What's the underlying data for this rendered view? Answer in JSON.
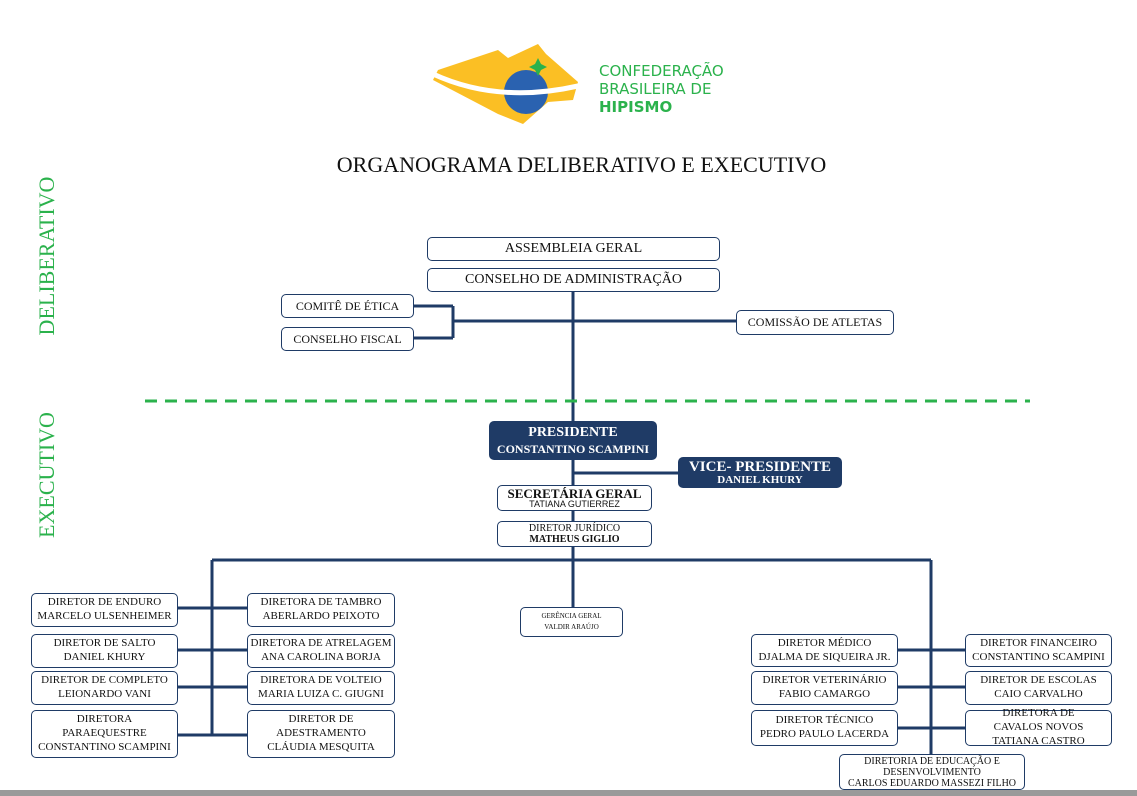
{
  "logo": {
    "line1": "CONFEDERAÇÃO",
    "line2": "BRASILEIRA DE",
    "line3": "HIPISMO",
    "colors": {
      "yellow": "#fbbf24",
      "blue": "#2a62b0",
      "green": "#2bb24c"
    }
  },
  "title": "ORGANOGRAMA  DELIBERATIVO E EXECUTIVO",
  "sections": {
    "deliberativo": "DELIBERATIVO",
    "executivo": "EXECUTIVO"
  },
  "deliberativo": {
    "assembleia": "ASSEMBLEIA GERAL",
    "conselho_adm": "CONSELHO DE ADMINISTRAÇÃO",
    "comite_etica": "COMITÊ DE ÉTICA",
    "conselho_fiscal": "CONSELHO FISCAL",
    "comissao_atletas": "COMISSÃO DE ATLETAS"
  },
  "executivo": {
    "presidente": {
      "role": "PRESIDENTE",
      "name": "CONSTANTINO SCAMPINI"
    },
    "vice": {
      "role": "VICE- PRESIDENTE",
      "name": "DANIEL  KHURY"
    },
    "secretaria": {
      "role": "SECRETÁRIA GERAL",
      "name": "TATIANA GUTIERREZ"
    },
    "juridico": {
      "role": "DIRETOR JURÍDICO",
      "name": "MATHEUS GIGLIO"
    },
    "gerencia": {
      "role": "GERÊNCIA GERAL",
      "name": "VALDIR ARAÚJO"
    },
    "left_col1": [
      {
        "role": "DIRETOR DE ENDURO",
        "name": "MARCELO ULSENHEIMER"
      },
      {
        "role": "DIRETOR DE SALTO",
        "name": "DANIEL  KHURY"
      },
      {
        "role": "DIRETOR DE COMPLETO",
        "name": "LEIONARDO VANI"
      },
      {
        "role": "DIRETORA PARAEQUESTRE",
        "name": "CONSTANTINO SCAMPINI"
      }
    ],
    "left_col2": [
      {
        "role": "DIRETORA DE TAMBRO",
        "name": "ABERLARDO PEIXOTO"
      },
      {
        "role": "DIRETORA DE ATRELAGEM",
        "name": "ANA CAROLINA BORJA"
      },
      {
        "role": "DIRETORA DE VOLTEIO",
        "name": "MARIA LUIZA C. GIUGNI"
      },
      {
        "role": "DIRETOR DE ADESTRAMENTO",
        "name": "CLÁUDIA MESQUITA"
      }
    ],
    "right_col1": [
      {
        "role": "DIRETOR MÉDICO",
        "name": "DJALMA DE SIQUEIRA JR."
      },
      {
        "role": "DIRETOR VETERINÁRIO",
        "name": "FABIO CAMARGO"
      },
      {
        "role": "DIRETOR TÉCNICO",
        "name": "PEDRO PAULO LACERDA"
      }
    ],
    "right_col2": [
      {
        "role": "DIRETOR FINANCEIRO",
        "name": "CONSTANTINO SCAMPINI"
      },
      {
        "role": "DIRETOR DE ESCOLAS",
        "name": "CAIO CARVALHO"
      },
      {
        "role": "DIRETORA DE CAVALOS NOVOS",
        "name": "TATIANA CASTRO"
      }
    ],
    "educacao": {
      "role": "DIRETORIA DE EDUCAÇÃO E DESENVOLVIMENTO",
      "name": "CARLOS EDUARDO MASSEZI FILHO"
    }
  }
}
